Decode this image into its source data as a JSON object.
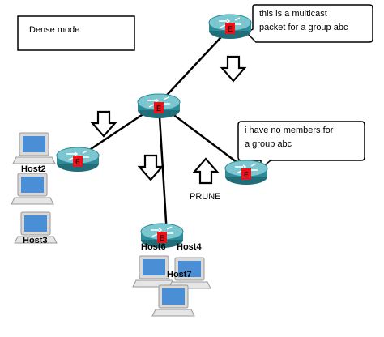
{
  "diagram": {
    "mode_box": {
      "text": "Dense mode"
    },
    "callout_top": {
      "line1": "this is a multicast",
      "line2": "packet for a group abc"
    },
    "callout_right": {
      "line1": "i have no members for",
      "line2": "a group abc"
    },
    "prune_label": "PRUNE",
    "router_tag": "E",
    "hosts": {
      "host2": "Host2",
      "host3": "Host3",
      "host4": "Host4",
      "host6": "Host6",
      "host7": "Host7"
    },
    "colors": {
      "router_body": "#2e8b9a",
      "router_top": "#7cc6cf",
      "router_tag": "#e8141c",
      "line": "#000000",
      "monitor_screen": "#4a8fd6",
      "monitor_frame": "#d9d9d9"
    }
  }
}
